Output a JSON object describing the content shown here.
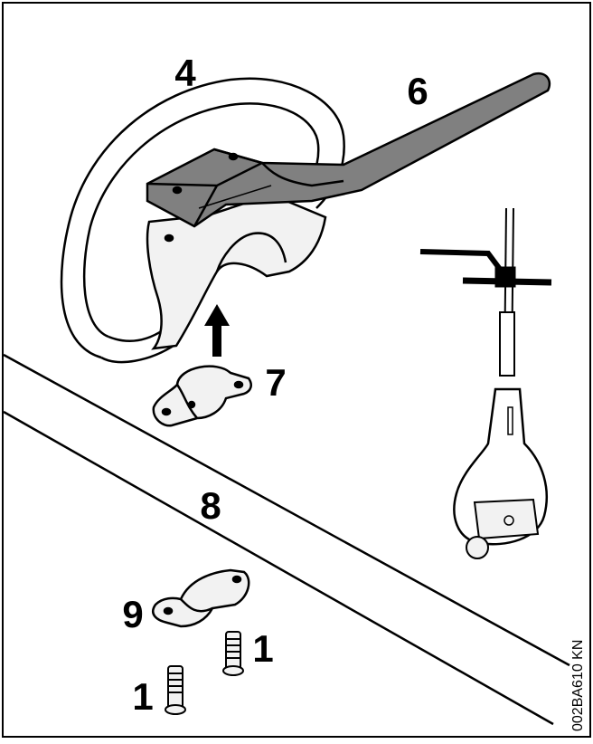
{
  "callouts": {
    "c4": "4",
    "c6": "6",
    "c7": "7",
    "c8": "8",
    "c9": "9",
    "c1a": "1",
    "c1b": "1"
  },
  "image_code": "002BA610 KN",
  "colors": {
    "line": "#000000",
    "grey_part": "#808080",
    "light_fill": "#f2f2f2",
    "background": "#ffffff"
  }
}
